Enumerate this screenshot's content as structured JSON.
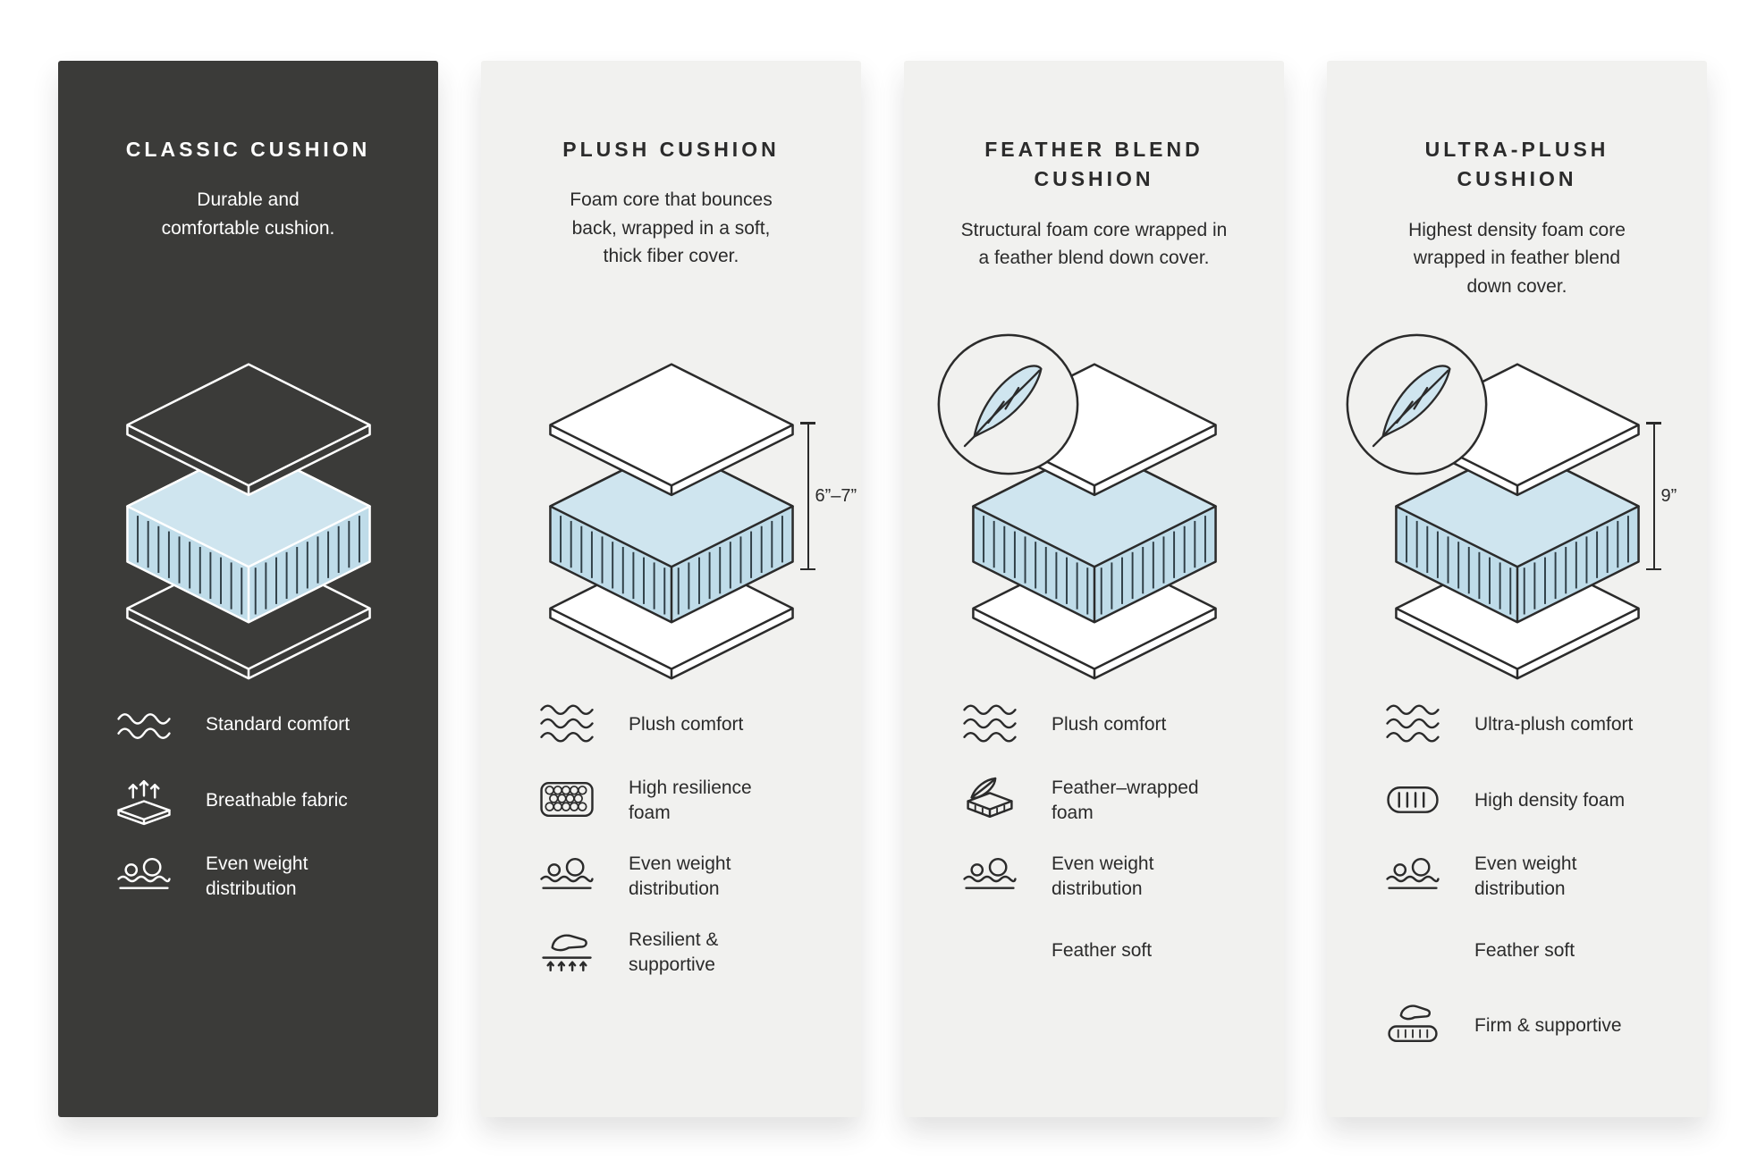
{
  "colors": {
    "page_background": "#ffffff",
    "dark_panel": "#3b3b39",
    "light_panel": "#f1f1ef",
    "foam_blue_top": "#cfe5ef",
    "foam_blue_side": "#bfdce9",
    "ink": "#2b2b2b"
  },
  "panels": [
    {
      "title": "CLASSIC CUSHION",
      "description": "Durable and\ncomfortable cushion.",
      "theme": "dark",
      "features": [
        {
          "icon": "standard-comfort-icon",
          "label": "Standard comfort"
        },
        {
          "icon": "breathable-fabric-icon",
          "label": "Breathable fabric"
        },
        {
          "icon": "even-weight-icon",
          "label": "Even weight\ndistribution"
        }
      ]
    },
    {
      "title": "PLUSH CUSHION",
      "description": "Foam core that bounces\nback, wrapped in a soft,\nthick fiber cover.",
      "theme": "light",
      "height_label": "6”–7”",
      "features": [
        {
          "icon": "plush-comfort-icon",
          "label": "Plush comfort"
        },
        {
          "icon": "high-resilience-foam-icon",
          "label": "High resilience\nfoam"
        },
        {
          "icon": "even-weight-icon",
          "label": "Even weight\ndistribution"
        },
        {
          "icon": "resilient-supportive-icon",
          "label": "Resilient &\nsupportive"
        }
      ]
    },
    {
      "title": "FEATHER BLEND\nCUSHION",
      "description": "Structural foam core wrapped in\na feather blend down cover.",
      "theme": "light",
      "badge": "feather-badge",
      "features": [
        {
          "icon": "plush-comfort-icon",
          "label": "Plush comfort"
        },
        {
          "icon": "feather-wrapped-foam-icon",
          "label": "Feather–wrapped\nfoam"
        },
        {
          "icon": "even-weight-icon",
          "label": "Even weight\ndistribution"
        },
        {
          "icon": "feather-soft-icon",
          "label": "Feather soft"
        }
      ]
    },
    {
      "title": "ULTRA-PLUSH\nCUSHION",
      "description": "Highest density foam core\nwrapped in feather blend\ndown cover.",
      "theme": "light",
      "badge": "feather-badge",
      "height_label": "9”",
      "features": [
        {
          "icon": "ultra-plush-comfort-icon",
          "label": "Ultra-plush comfort"
        },
        {
          "icon": "high-density-foam-icon",
          "label": "High density foam"
        },
        {
          "icon": "even-weight-icon",
          "label": "Even weight\ndistribution"
        },
        {
          "icon": "feather-soft-icon",
          "label": "Feather soft"
        },
        {
          "icon": "firm-supportive-icon",
          "label": "Firm & supportive"
        }
      ]
    }
  ]
}
